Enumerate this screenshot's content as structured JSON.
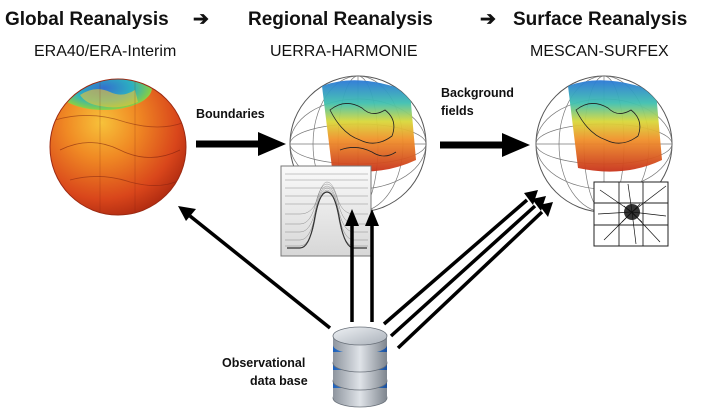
{
  "headings": {
    "global": "Global Reanalysis",
    "regional": "Regional Reanalysis",
    "surface": "Surface Reanalysis"
  },
  "heading_arrows": [
    "➔",
    "➔"
  ],
  "subtitles": {
    "global": "ERA40/ERA-Interim",
    "regional": "UERRA-HARMONIE",
    "surface": "MESCAN-SURFEX"
  },
  "labels": {
    "boundaries": "Boundaries",
    "background_line1": "Background",
    "background_line2": "fields",
    "observational_line1": "Observational",
    "observational_line2": "data base"
  },
  "colors": {
    "globe_warm": "#d94a1c",
    "globe_hot": "#f3a11e",
    "globe_cold": "#1e8fd8",
    "arrow": "#000000",
    "database_blue": "#3b8ad9",
    "database_silver": "#b8bec6"
  },
  "icons": {
    "database": "database-icon",
    "arrow": "arrow-icon"
  }
}
